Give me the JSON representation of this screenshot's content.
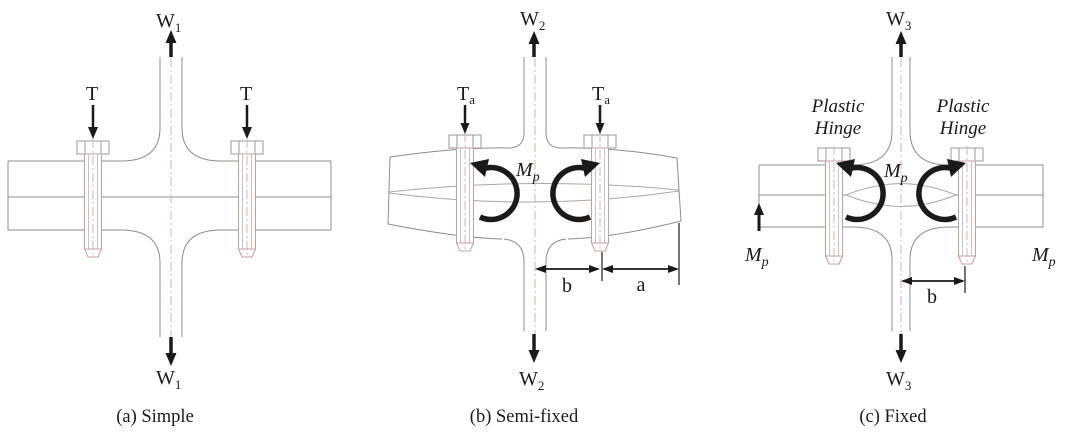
{
  "figure": {
    "description": "Bolted tension connection behavior diagrams",
    "colors": {
      "drawing_line_gray": "#8c8c8c",
      "light_line_gray": "#c4c4c4",
      "centerline_pink": "#d8b2b2",
      "bolt_outline_pink": "#c49f9f",
      "annotation_black": "#1a1a1a",
      "background": "#ffffff"
    },
    "panels": {
      "a": {
        "caption": "(a) Simple",
        "load_top": {
          "base": "W",
          "sub": "1"
        },
        "load_bottom": {
          "base": "W",
          "sub": "1"
        },
        "bolt_force_left": {
          "base": "T",
          "sub": ""
        },
        "bolt_force_right": {
          "base": "T",
          "sub": ""
        }
      },
      "b": {
        "caption": "(b) Semi-fixed",
        "load_top": {
          "base": "W",
          "sub": "2"
        },
        "load_bottom": {
          "base": "W",
          "sub": "2"
        },
        "bolt_force_left": {
          "base": "T",
          "sub": "a"
        },
        "bolt_force_right": {
          "base": "T",
          "sub": "a"
        },
        "moment_center": {
          "base": "M",
          "sub": "p"
        },
        "dim_b": "b",
        "dim_a": "a"
      },
      "c": {
        "caption": "(c) Fixed",
        "load_top": {
          "base": "W",
          "sub": "3"
        },
        "load_bottom": {
          "base": "W",
          "sub": "3"
        },
        "moment_center": {
          "base": "M",
          "sub": "p"
        },
        "moment_left": {
          "base": "M",
          "sub": "p"
        },
        "moment_right": {
          "base": "M",
          "sub": "p"
        },
        "hinge_left": {
          "line1": "Plastic",
          "line2": "Hinge"
        },
        "hinge_right": {
          "line1": "Plastic",
          "line2": "Hinge"
        },
        "dim_b": "b"
      }
    }
  }
}
